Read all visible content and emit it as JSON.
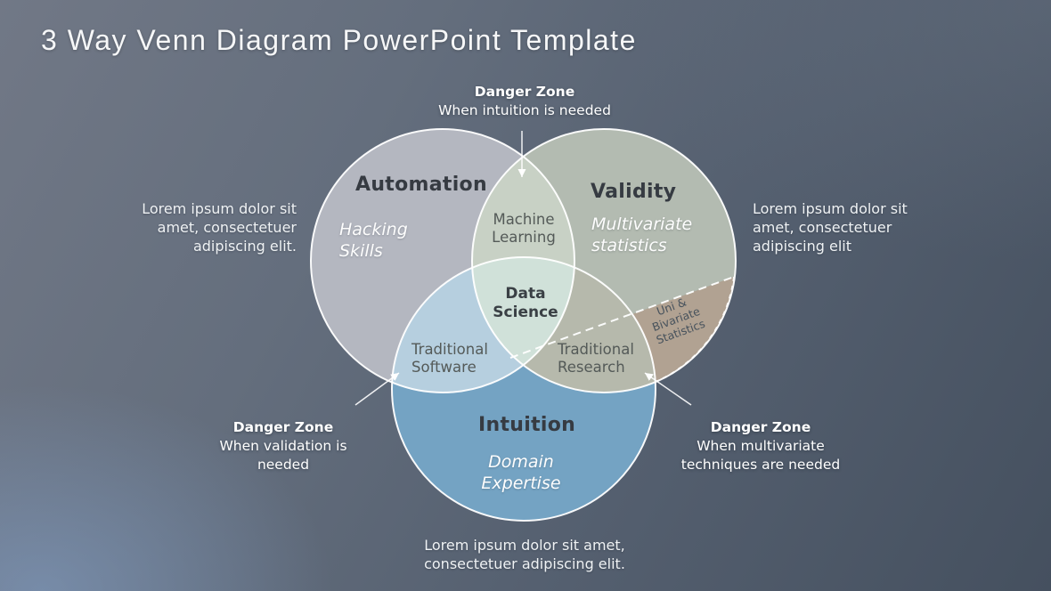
{
  "slide": {
    "title": "3 Way Venn Diagram PowerPoint Template",
    "background_top": "#6b7380",
    "background_bottom_right": "#465263",
    "background_bottom_left_glow": "#7591b3",
    "stroke_color": "#ffffff"
  },
  "circles": {
    "automation": {
      "title": "Automation",
      "subtitle": "Hacking Skills",
      "color": "#b4b7c0"
    },
    "validity": {
      "title": "Validity",
      "subtitle": "Multivariate statistics",
      "color": "#b3bbb1"
    },
    "intuition": {
      "title": "Intuition",
      "subtitle": "Domain Expertise",
      "color": "#74a3c3"
    }
  },
  "intersections": {
    "machine_learning": {
      "label": "Machine Learning",
      "color": "#c8d1c5"
    },
    "traditional_software": {
      "label": "Traditional Software",
      "color": "#b6cfdf"
    },
    "traditional_research": {
      "label": "Traditional Research",
      "color": "#b6b9ac"
    },
    "data_science": {
      "label": "Data Science",
      "color": "#d0e1d9"
    },
    "uni_bivariate": {
      "label": "Uni & Bivariate Statistics",
      "color": "#b1a292"
    }
  },
  "danger_zones": {
    "top": {
      "title": "Danger Zone",
      "subtitle": "When intuition is needed"
    },
    "left": {
      "title": "Danger Zone",
      "subtitle": "When validation is needed"
    },
    "right": {
      "title": "Danger Zone",
      "subtitle": "When multivariate techniques are needed"
    }
  },
  "notes": {
    "left": "Lorem ipsum dolor sit amet, consectetuer adipiscing elit.",
    "right": "Lorem ipsum dolor sit amet, consectetuer adipiscing elit",
    "bottom": "Lorem ipsum dolor sit amet, consectetuer adipiscing elit."
  }
}
